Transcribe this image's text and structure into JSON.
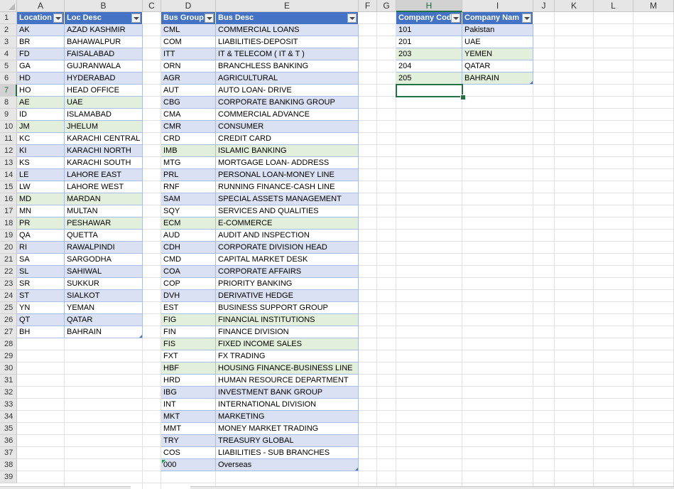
{
  "columns": [
    "A",
    "B",
    "C",
    "D",
    "E",
    "F",
    "G",
    "H",
    "I",
    "J",
    "K",
    "L",
    "M"
  ],
  "rows": [
    "1",
    "2",
    "3",
    "4",
    "5",
    "6",
    "7",
    "8",
    "9",
    "10",
    "11",
    "12",
    "13",
    "14",
    "15",
    "16",
    "17",
    "18",
    "19",
    "20",
    "21",
    "22",
    "23",
    "24",
    "25",
    "26",
    "27",
    "28",
    "29",
    "30",
    "31",
    "32",
    "33",
    "34",
    "35",
    "36",
    "37",
    "38",
    "39"
  ],
  "selected_column": "H",
  "selected_row": "7",
  "location_table": {
    "headers": [
      "Location",
      "Loc Desc"
    ],
    "rows": [
      [
        "AK",
        "AZAD KASHMIR"
      ],
      [
        "BR",
        "BAHAWALPUR"
      ],
      [
        "FD",
        "FAISALABAD"
      ],
      [
        "GA",
        "GUJRANWALA"
      ],
      [
        "HD",
        "HYDERABAD"
      ],
      [
        "HO",
        "HEAD OFFICE"
      ],
      [
        "AE",
        "UAE"
      ],
      [
        "ID",
        "ISLAMABAD"
      ],
      [
        "JM",
        "JHELUM"
      ],
      [
        "KC",
        "KARACHI CENTRAL"
      ],
      [
        "KI",
        "KARACHI NORTH"
      ],
      [
        "KS",
        "KARACHI SOUTH"
      ],
      [
        "LE",
        "LAHORE EAST"
      ],
      [
        "LW",
        "LAHORE WEST"
      ],
      [
        "MD",
        "MARDAN"
      ],
      [
        "MN",
        "MULTAN"
      ],
      [
        "PR",
        "PESHAWAR"
      ],
      [
        "QA",
        "QUETTA"
      ],
      [
        "RI",
        "RAWALPINDI"
      ],
      [
        "SA",
        "SARGODHA"
      ],
      [
        "SL",
        "SAHIWAL"
      ],
      [
        "SR",
        "SUKKUR"
      ],
      [
        "ST",
        "SIALKOT"
      ],
      [
        "YN",
        "YEMAN"
      ],
      [
        "QT",
        "QATAR"
      ],
      [
        "BH",
        "BAHRAIN"
      ]
    ]
  },
  "bus_table": {
    "headers": [
      "Bus Group",
      "Bus Desc"
    ],
    "rows": [
      [
        "CML",
        "COMMERCIAL LOANS"
      ],
      [
        "COM",
        "LIABILITIES-DEPOSIT"
      ],
      [
        "ITT",
        "IT & TELECOM ( IT & T )"
      ],
      [
        "ORN",
        "BRANCHLESS BANKING"
      ],
      [
        "AGR",
        "AGRICULTURAL"
      ],
      [
        "AUT",
        "AUTO LOAN- DRIVE"
      ],
      [
        "CBG",
        "CORPORATE BANKING GROUP"
      ],
      [
        "CMA",
        "COMMERCIAL ADVANCE"
      ],
      [
        "CMR",
        "CONSUMER"
      ],
      [
        "CRD",
        "CREDIT CARD"
      ],
      [
        "IMB",
        "ISLAMIC BANKING"
      ],
      [
        "MTG",
        "MORTGAGE LOAN- ADDRESS"
      ],
      [
        "PRL",
        "PERSONAL LOAN-MONEY LINE"
      ],
      [
        "RNF",
        "RUNNING FINANCE-CASH LINE"
      ],
      [
        "SAM",
        "SPECIAL ASSETS MANAGEMENT"
      ],
      [
        "SQY",
        "SERVICES AND QUALITIES"
      ],
      [
        "ECM",
        "E-COMMERCE"
      ],
      [
        "AUD",
        "AUDIT AND INSPECTION"
      ],
      [
        "CDH",
        "CORPORATE DIVISION HEAD"
      ],
      [
        "CMD",
        "CAPITAL MARKET DESK"
      ],
      [
        "COA",
        "CORPORATE AFFAIRS"
      ],
      [
        "COP",
        "PRIORITY BANKING"
      ],
      [
        "DVH",
        "DERIVATIVE HEDGE"
      ],
      [
        "EST",
        "BUSINESS SUPPORT GROUP"
      ],
      [
        "FIG",
        "FINANCIAL INSTITUTIONS"
      ],
      [
        "FIN",
        "FINANCE DIVISION"
      ],
      [
        "FIS",
        "FIXED INCOME SALES"
      ],
      [
        "FXT",
        "FX TRADING"
      ],
      [
        "HBF",
        "HOUSING FINANCE-BUSINESS LINE"
      ],
      [
        "HRD",
        "HUMAN RESOURCE DEPARTMENT"
      ],
      [
        "IBG",
        "INVESTMENT BANK GROUP"
      ],
      [
        "INT",
        "INTERNATIONAL DIVISION"
      ],
      [
        "MKT",
        "MARKETING"
      ],
      [
        "MMT",
        "MONEY MARKET TRADING"
      ],
      [
        "TRY",
        "TREASURY GLOBAL"
      ],
      [
        "COS",
        "LIABILITIES - SUB BRANCHES"
      ],
      [
        "000",
        "Overseas"
      ]
    ]
  },
  "company_table": {
    "headers": [
      "Company Cod",
      "Company Nam"
    ],
    "rows": [
      [
        "101",
        "Pakistan"
      ],
      [
        "201",
        "UAE"
      ],
      [
        "203",
        "YEMEN"
      ],
      [
        "204",
        "QATAR"
      ],
      [
        "205",
        "BAHRAIN"
      ]
    ]
  },
  "colors": {
    "header_fill": "#4472c4",
    "band_fill": "#d9e1f2",
    "highlight_fill": "#e2efda",
    "selection": "#217346"
  }
}
